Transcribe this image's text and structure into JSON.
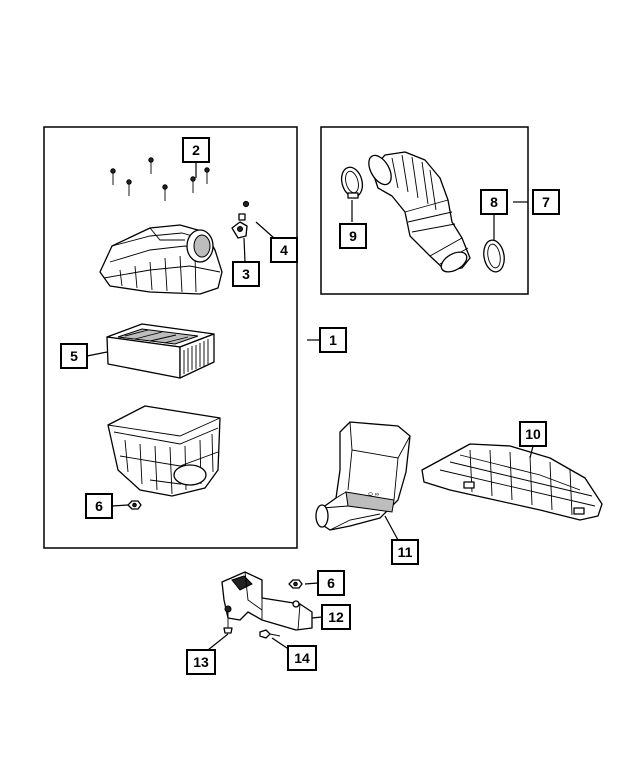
{
  "callouts": [
    {
      "id": "c1",
      "label": "1"
    },
    {
      "id": "c2",
      "label": "2"
    },
    {
      "id": "c3",
      "label": "3"
    },
    {
      "id": "c4",
      "label": "4"
    },
    {
      "id": "c5",
      "label": "5"
    },
    {
      "id": "c6a",
      "label": "6"
    },
    {
      "id": "c6b",
      "label": "6"
    },
    {
      "id": "c7",
      "label": "7"
    },
    {
      "id": "c8",
      "label": "8"
    },
    {
      "id": "c9",
      "label": "9"
    },
    {
      "id": "c10",
      "label": "10"
    },
    {
      "id": "c11",
      "label": "11"
    },
    {
      "id": "c12",
      "label": "12"
    },
    {
      "id": "c13",
      "label": "13"
    },
    {
      "id": "c14",
      "label": "14"
    }
  ],
  "colors": {
    "line": "#000000",
    "background": "#ffffff",
    "shade": "#222222"
  }
}
